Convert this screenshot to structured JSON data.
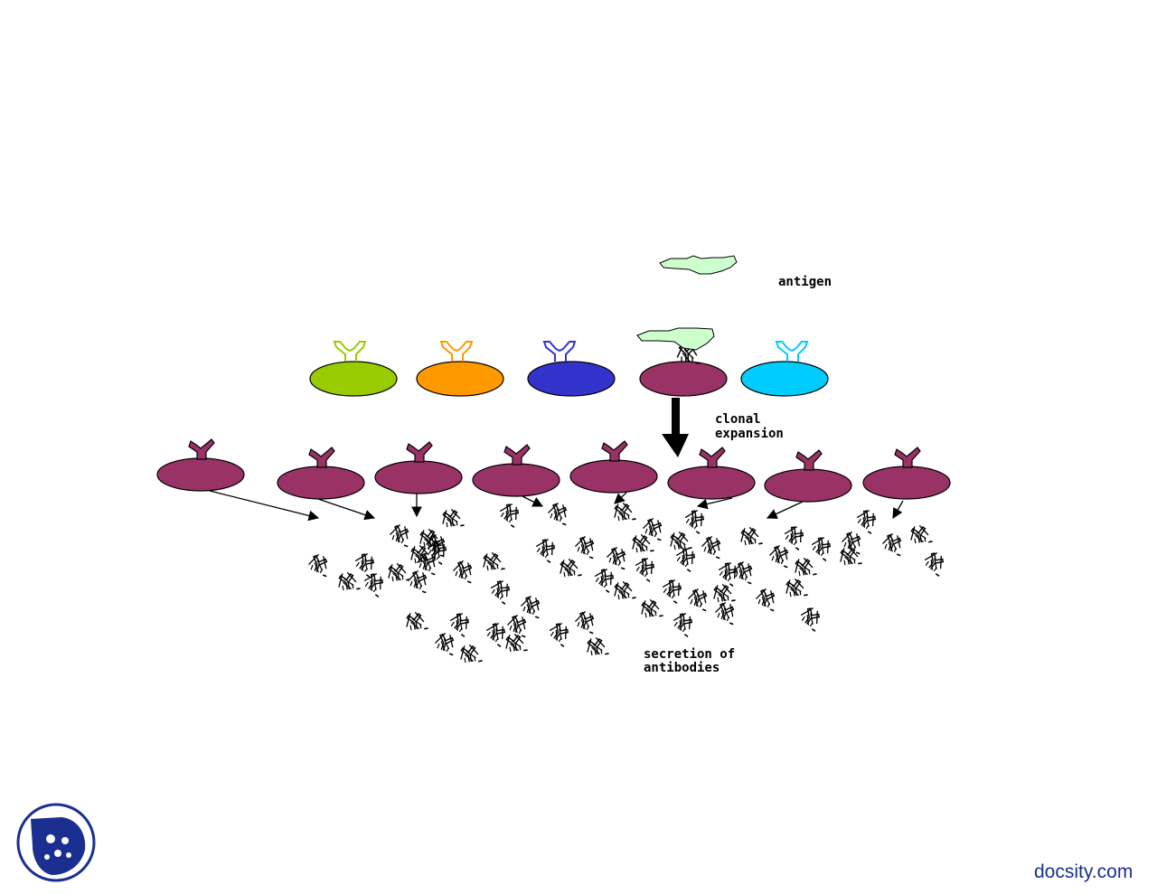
{
  "labels": {
    "antigen": "antigen",
    "clonal": "clonal",
    "expansion": "expansion",
    "secretion": "secretion of",
    "antibodies": "antibodies"
  },
  "brand": {
    "text": "docsity.com",
    "color": "#1a2f8f"
  },
  "colors": {
    "selected_cell": "#993366",
    "antigen": "#ccffcc",
    "naive_cells": [
      "#99cc00",
      "#ff9900",
      "#3333cc",
      "#993366",
      "#00ccff"
    ]
  },
  "icons": [
    "y-antibody-receptor-icon",
    "antigen-blob-icon",
    "docsity-logo-icon"
  ]
}
